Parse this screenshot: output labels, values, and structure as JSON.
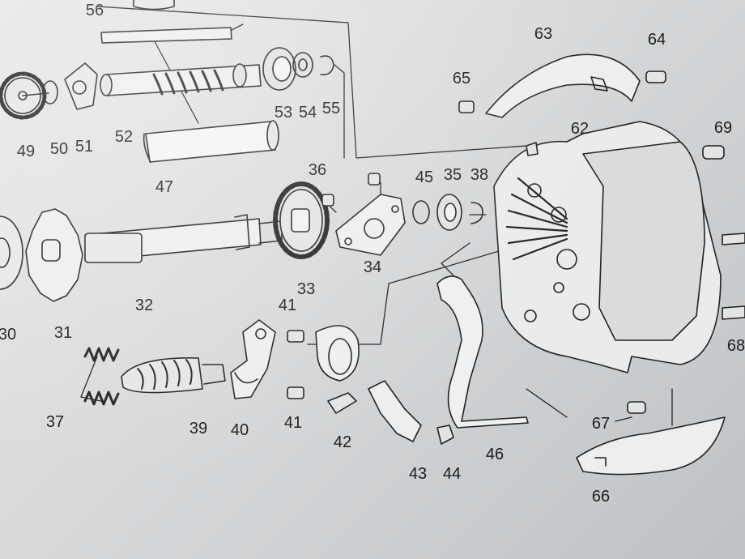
{
  "callouts": {
    "p30": "30",
    "p31": "31",
    "p32": "32",
    "p33": "33",
    "p34": "34",
    "p35": "35",
    "p36": "36",
    "p37": "37",
    "p38": "38",
    "p39": "39",
    "p40": "40",
    "p41a": "41",
    "p41b": "41",
    "p42": "42",
    "p43": "43",
    "p44": "44",
    "p45": "45",
    "p46": "46",
    "p47": "47",
    "p49": "49",
    "p50": "50",
    "p51": "51",
    "p52": "52",
    "p53": "53",
    "p54": "54",
    "p55": "55",
    "p56": "56",
    "p62": "62",
    "p63": "63",
    "p64": "64",
    "p65": "65",
    "p66": "66",
    "p67": "67",
    "p68": "68",
    "p69": "69"
  },
  "colors": {
    "line": "#222222",
    "paper": "#e2e4e6"
  }
}
